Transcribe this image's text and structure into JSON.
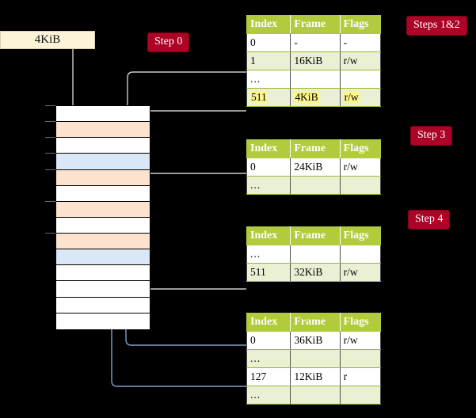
{
  "diagram": {
    "title_note": "four-level page table translation walkthrough",
    "size_box": {
      "label": "4KiB"
    },
    "steps": [
      {
        "id": "step0",
        "label": "Step 0"
      },
      {
        "id": "steps1and2",
        "label": "Steps 1&2"
      },
      {
        "id": "step3",
        "label": "Step 3"
      },
      {
        "id": "step4",
        "label": "Step 4"
      }
    ],
    "colors": {
      "pill_bg": "#ad0326",
      "pill_text": "#ffffff",
      "table_header_bg": "#b0cc3d",
      "table_alt_row_bg": "#eaf0d4",
      "table_border": "#9bb82e",
      "highlight_yellow": "#fbf58f",
      "frame_orange": "#fde3cd",
      "frame_blue": "#d9e7f7",
      "size_box_bg": "#fdf3d9",
      "gray_wire": "#cccccc",
      "blue_wire": "#7f9fcd",
      "background": "#000000"
    },
    "memory_column": {
      "name": "physical-memory-frames",
      "rows": [
        {
          "index": 0,
          "fill": "white"
        },
        {
          "index": 1,
          "fill": "orange"
        },
        {
          "index": 2,
          "fill": "white"
        },
        {
          "index": 3,
          "fill": "blue"
        },
        {
          "index": 4,
          "fill": "orange"
        },
        {
          "index": 5,
          "fill": "white"
        },
        {
          "index": 6,
          "fill": "orange"
        },
        {
          "index": 7,
          "fill": "white"
        },
        {
          "index": 8,
          "fill": "orange"
        },
        {
          "index": 9,
          "fill": "blue"
        },
        {
          "index": 10,
          "fill": "white"
        },
        {
          "index": 11,
          "fill": "white"
        },
        {
          "index": 12,
          "fill": "white"
        },
        {
          "index": 13,
          "fill": "white"
        }
      ]
    },
    "tables": [
      {
        "id": "table-1",
        "headers": [
          "Index",
          "Frame",
          "Flags"
        ],
        "rows": [
          {
            "cells": [
              "0",
              "-",
              "-"
            ],
            "alt": false,
            "highlight": false
          },
          {
            "cells": [
              "1",
              "16KiB",
              "r/w"
            ],
            "alt": true,
            "highlight": false
          },
          {
            "cells": [
              "...",
              "",
              ""
            ],
            "alt": false,
            "highlight": false
          },
          {
            "cells": [
              "511",
              "4KiB",
              "r/w"
            ],
            "alt": true,
            "highlight": true
          }
        ]
      },
      {
        "id": "table-2",
        "headers": [
          "Index",
          "Frame",
          "Flags"
        ],
        "rows": [
          {
            "cells": [
              "0",
              "24KiB",
              "r/w"
            ],
            "alt": false,
            "highlight": false
          },
          {
            "cells": [
              "...",
              "",
              ""
            ],
            "alt": true,
            "highlight": false
          }
        ]
      },
      {
        "id": "table-3",
        "headers": [
          "Index",
          "Frame",
          "Flags"
        ],
        "rows": [
          {
            "cells": [
              "...",
              "",
              ""
            ],
            "alt": false,
            "highlight": false
          },
          {
            "cells": [
              "511",
              "32KiB",
              "r/w"
            ],
            "alt": true,
            "highlight": false
          }
        ]
      },
      {
        "id": "table-4",
        "headers": [
          "Index",
          "Frame",
          "Flags"
        ],
        "rows": [
          {
            "cells": [
              "0",
              "36KiB",
              "r/w"
            ],
            "alt": false,
            "highlight": false
          },
          {
            "cells": [
              "...",
              "",
              ""
            ],
            "alt": true,
            "highlight": false
          },
          {
            "cells": [
              "127",
              "12KiB",
              "r"
            ],
            "alt": false,
            "highlight": false
          },
          {
            "cells": [
              "...",
              "",
              ""
            ],
            "alt": true,
            "highlight": false
          }
        ]
      }
    ]
  }
}
